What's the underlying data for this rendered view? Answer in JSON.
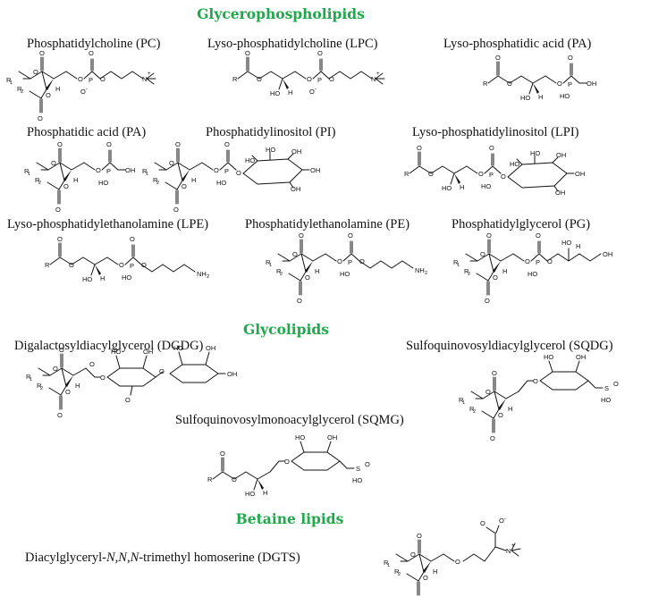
{
  "sections": {
    "glycerophospholipids": "Glycerophospholipids",
    "glycolipids": "Glycolipids",
    "betaine": "Betaine lipids"
  },
  "colors": {
    "section_title": "#1ea94a",
    "ink": "#111111",
    "background": "#ffffff"
  },
  "compounds": {
    "pc": {
      "name": "Phosphatidylcholine (PC)"
    },
    "lpc": {
      "name": "Lyso-phosphatidylcholine (LPC)"
    },
    "lpa": {
      "name": "Lyso-phosphatidic acid (PA)"
    },
    "pa": {
      "name": "Phosphatidic acid (PA)"
    },
    "pi": {
      "name": "Phosphatidylinositol (PI)"
    },
    "lpi": {
      "name": "Lyso-phosphatidylinositol (LPI)"
    },
    "lpe": {
      "name": "Lyso-phosphatidylethanolamine (LPE)"
    },
    "pe": {
      "name": "Phosphatidylethanolamine (PE)"
    },
    "pg": {
      "name": "Phosphatidylglycerol (PG)"
    },
    "dgdg": {
      "name": "Digalactosyldiacylglycerol (DGDG)"
    },
    "sqdg": {
      "name": "Sulfoquinovosyldiacylglycerol (SQDG)"
    },
    "sqmg": {
      "name": "Sulfoquinovosylmonoacylglycerol (SQMG)"
    },
    "dgts": {
      "name_prefix": "Diacylglyceryl-",
      "name_italic": "N,N,N",
      "name_suffix": "-trimethyl homoserine (DGTS)"
    }
  },
  "atom_labels": {
    "r": "R",
    "r1": "R",
    "r2": "R",
    "sub1": "1",
    "sub2": "2",
    "o": "O",
    "p": "P",
    "h": "H",
    "ho": "HO",
    "oh": "OH",
    "o_minus": "O",
    "minus": "-",
    "n": "N",
    "plus": "+",
    "nh2": "NH",
    "sub_nh2": "2",
    "s": "S"
  }
}
